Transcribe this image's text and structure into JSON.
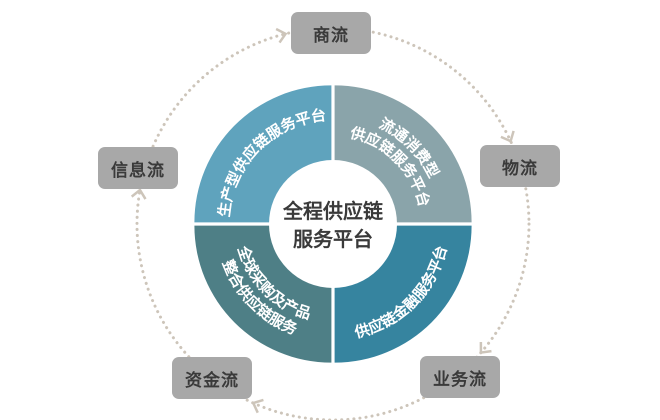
{
  "center": {
    "line1": "全程供应链",
    "line2": "服务平台"
  },
  "segments": {
    "top_left": {
      "lines": [
        "生产型供应链服务平台"
      ],
      "color": "#5fa3bd"
    },
    "top_right": {
      "lines": [
        "流通消费型",
        "供应链服务平台"
      ],
      "color": "#8aa4aa"
    },
    "bottom_right": {
      "lines": [
        "供应链金融服务平台"
      ],
      "color": "#36849f"
    },
    "bottom_left": {
      "lines": [
        "全球采购及产品",
        "整合供应链服务"
      ],
      "color": "#4e7f86"
    }
  },
  "flows": {
    "commerce": "商流",
    "logistics": "物流",
    "business": "业务流",
    "capital": "资金流",
    "information": "信息流"
  },
  "colors": {
    "box": "#a8a8a8",
    "ring": "#cdc5ba",
    "text": "#3a3a3a"
  }
}
